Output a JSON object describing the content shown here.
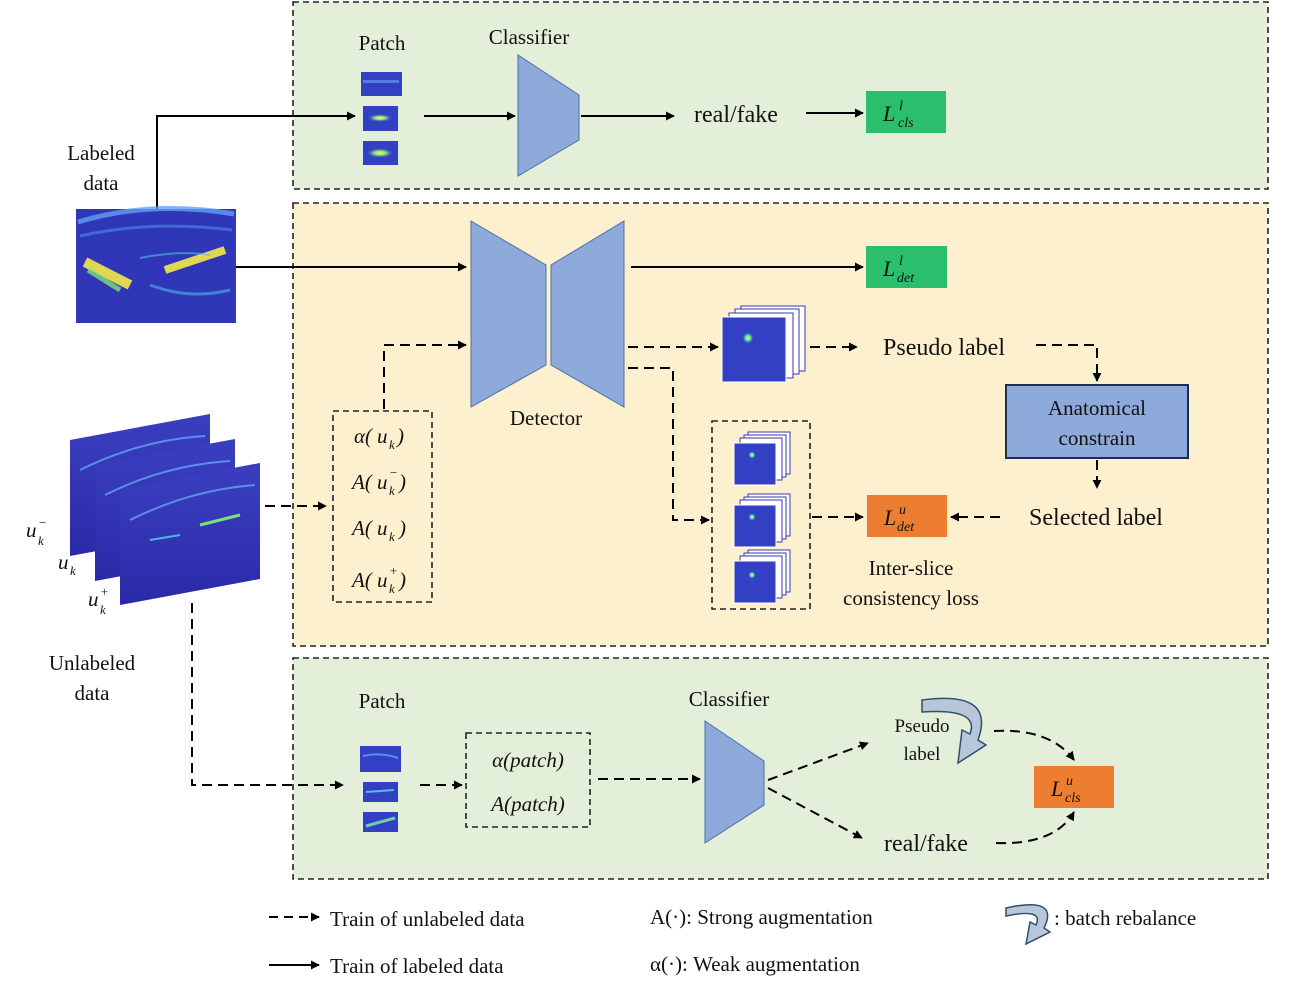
{
  "labels": {
    "patch_top": "Patch",
    "classifier_top": "Classifier",
    "real_fake_top": "real/fake",
    "labeled_data": [
      "Labeled",
      "data"
    ],
    "detector": "Detector",
    "pseudo_label": "Pseudo label",
    "anatomical_constrain": [
      "Anatomical",
      "constrain"
    ],
    "selected_label": "Selected label",
    "inter_slice_loss": [
      "Inter-slice",
      "consistency loss"
    ],
    "unlabeled_data": [
      "Unlabeled",
      "data"
    ],
    "patch_bottom": "Patch",
    "classifier_bottom": "Classifier",
    "pseudo_label_small": [
      "Pseudo",
      "label"
    ],
    "real_fake_bottom": "real/fake"
  },
  "math": {
    "weak_uk": {
      "fn": "α(",
      "base": "u",
      "sub": "k",
      "sup": "",
      "close": ")"
    },
    "strong_uk_minus": {
      "fn": "A(",
      "base": "u",
      "sub": "k",
      "sup": "−",
      "close": ")"
    },
    "strong_uk": {
      "fn": "A(",
      "base": "u",
      "sub": "k",
      "sup": "",
      "close": ")"
    },
    "strong_uk_plus": {
      "fn": "A(",
      "base": "u",
      "sub": "k",
      "sup": "+",
      "close": ")"
    },
    "weak_patch": "α(patch)",
    "strong_patch": "A(patch)",
    "slice_minus": {
      "base": "u",
      "sub": "k",
      "sup": "−"
    },
    "slice_mid": {
      "base": "u",
      "sub": "k",
      "sup": ""
    },
    "slice_plus": {
      "base": "u",
      "sub": "k",
      "sup": "+"
    }
  },
  "losses": {
    "cls_labeled": {
      "base": "L",
      "sup": "l",
      "sub": "cls"
    },
    "det_labeled": {
      "base": "L",
      "sup": "l",
      "sub": "det"
    },
    "det_unlabeled": {
      "base": "L",
      "sup": "u",
      "sub": "det"
    },
    "cls_unlabeled": {
      "base": "L",
      "sup": "u",
      "sub": "cls"
    }
  },
  "legend": {
    "dashed": "Train of unlabeled data",
    "solid": "Train of labeled data",
    "strong": "A(·): Strong augmentation",
    "weak": "α(·): Weak augmentation",
    "rebalance": ": batch rebalance"
  },
  "colors": {
    "green_panel": "#e3efd8",
    "yellow_panel": "#fdf0cf",
    "network_blue": "#8eaadb",
    "loss_green": "#2bbf6d",
    "loss_orange": "#ed7d31"
  }
}
